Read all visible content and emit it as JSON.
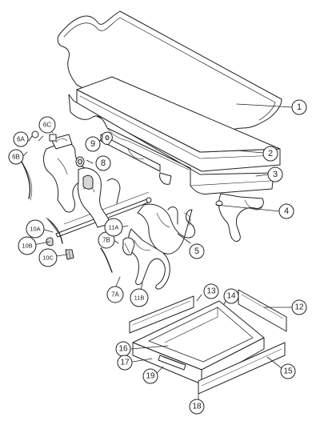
{
  "callouts": {
    "c1": "1",
    "c2": "2",
    "c3": "3",
    "c4": "4",
    "c5": "5",
    "c6a": "6A",
    "c6b": "6B",
    "c6c": "6C",
    "c7a": "7A",
    "c7b": "7B",
    "c8": "8",
    "c9": "9",
    "c10a": "10A",
    "c10b": "10B",
    "c10c": "10C",
    "c11a": "11A",
    "c11b": "11B",
    "c12": "12",
    "c13": "13",
    "c14": "14",
    "c15": "15",
    "c16": "16",
    "c17": "17",
    "c18": "18",
    "c19": "19"
  },
  "style": {
    "line_color": "#222222",
    "fill_color": "#ffffff",
    "shade_color": "#d8d8d8"
  }
}
